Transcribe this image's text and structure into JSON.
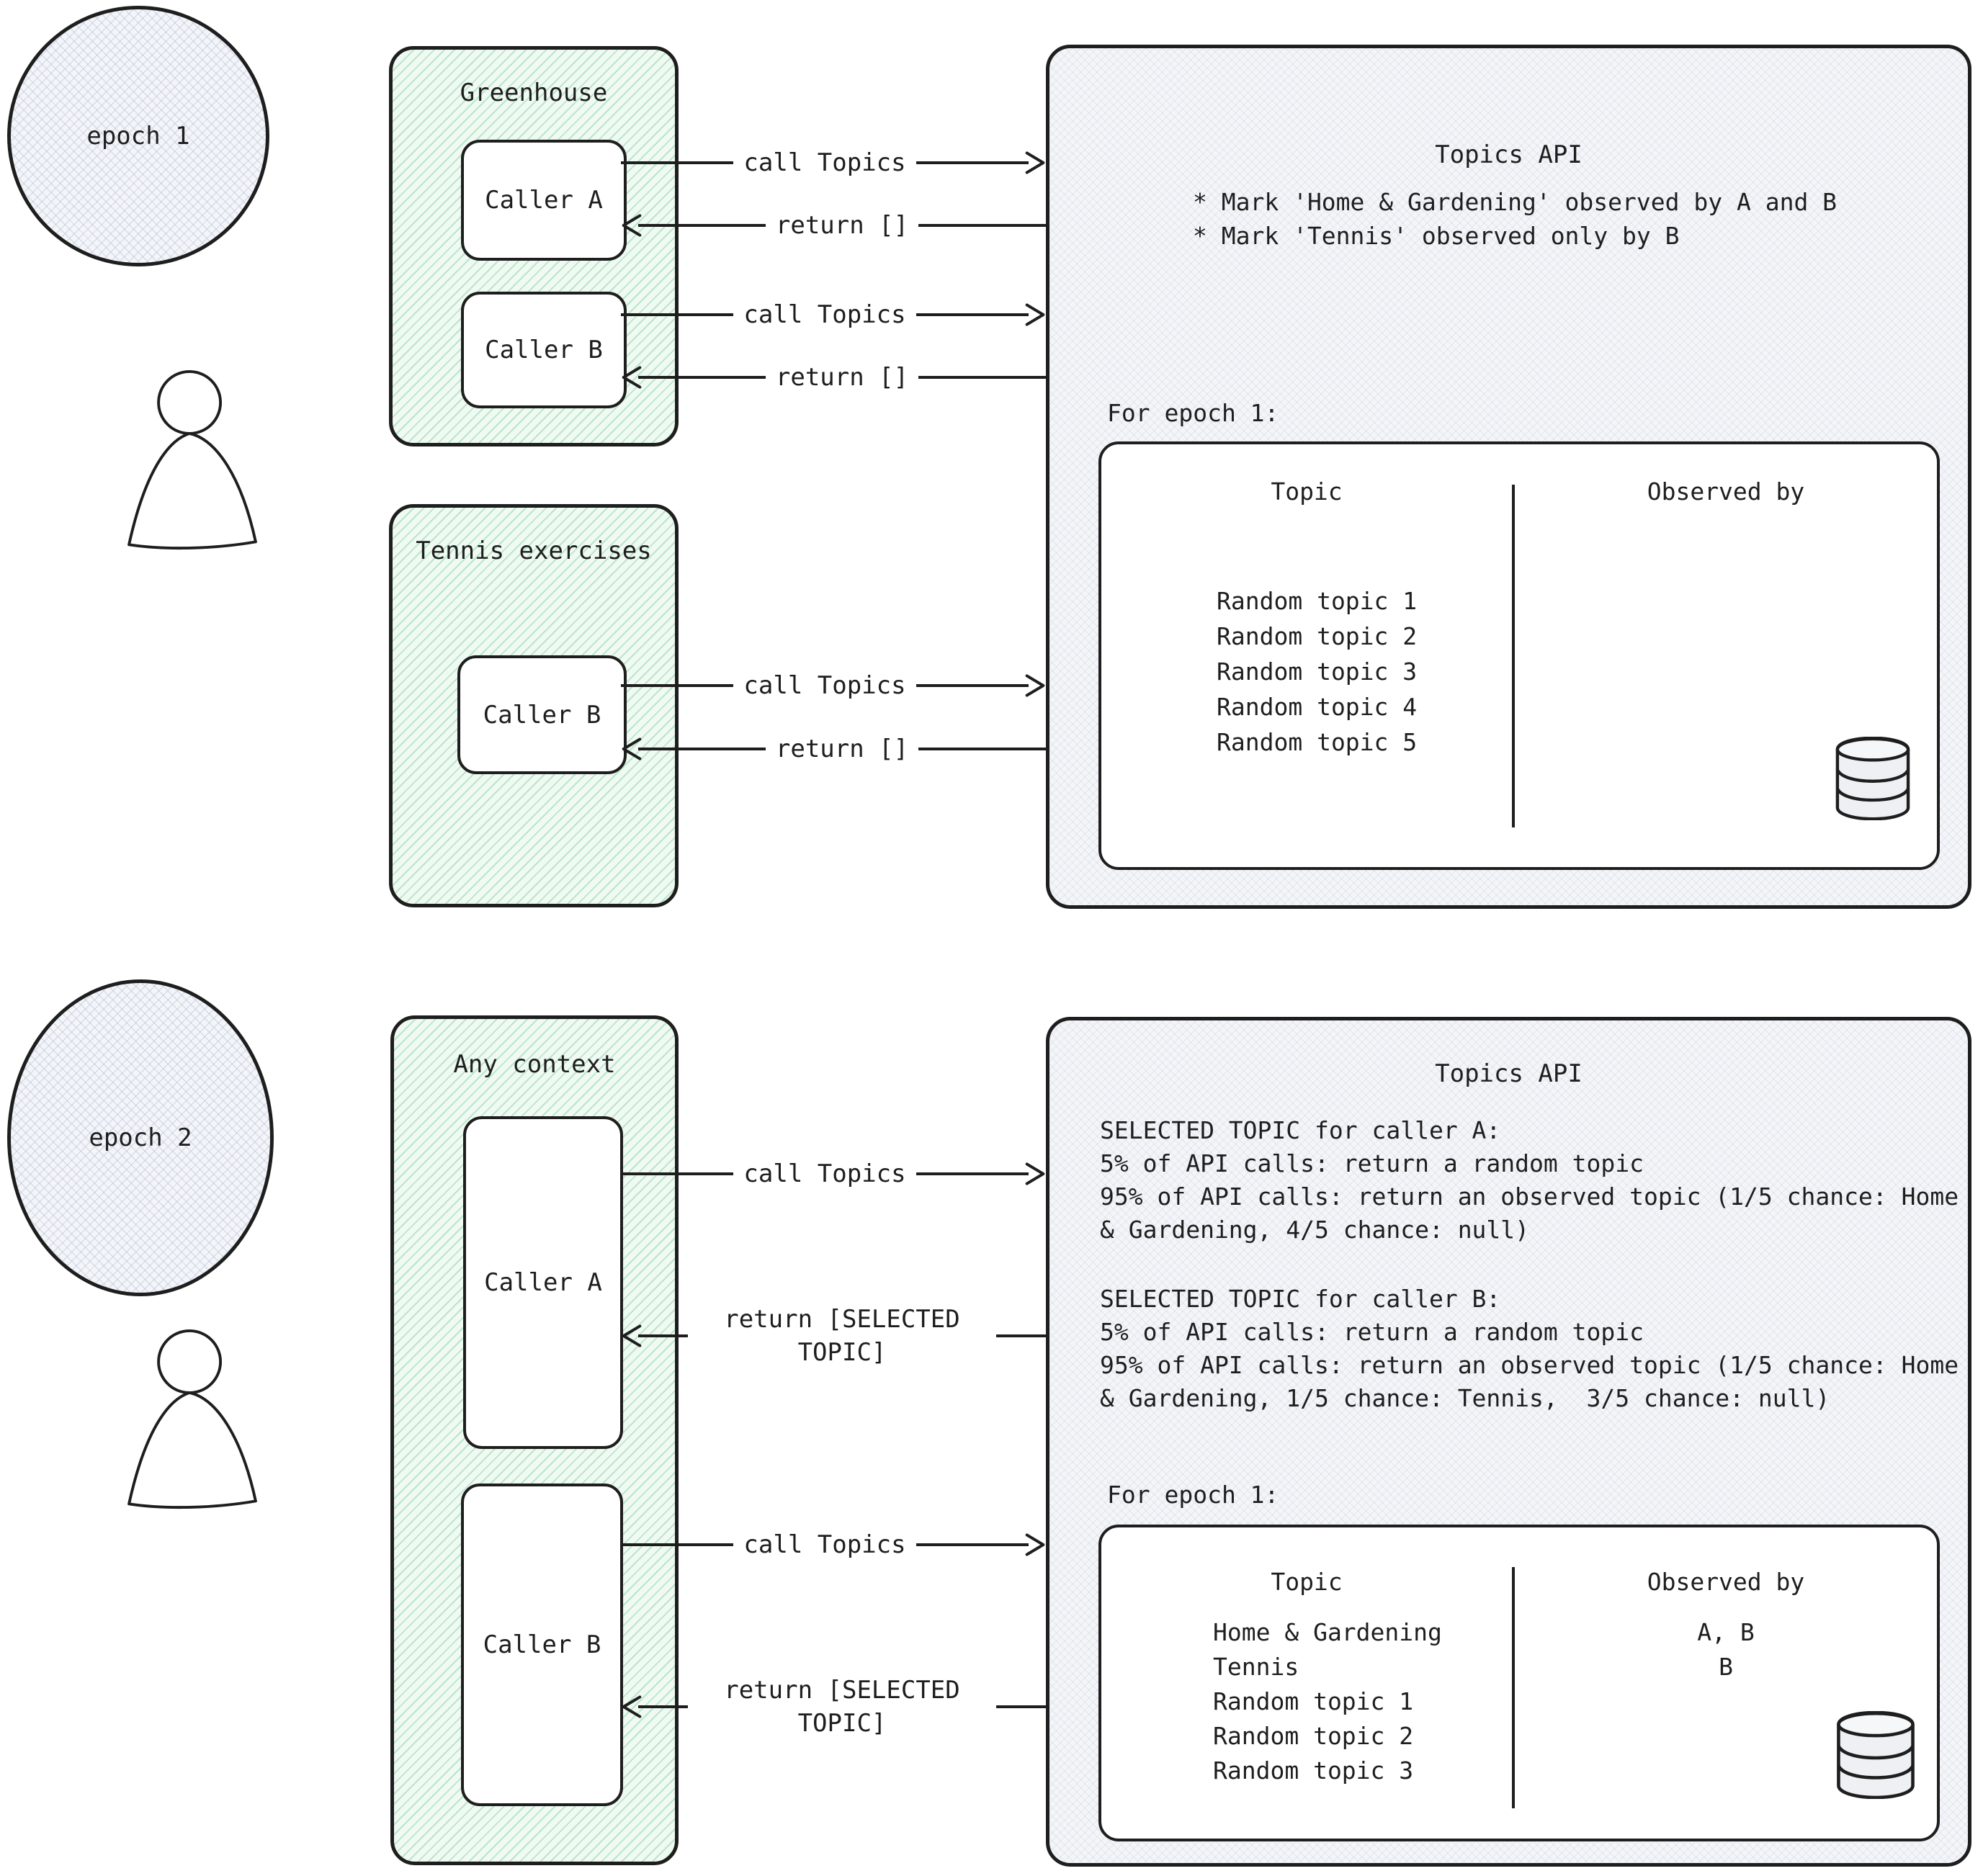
{
  "colors": {
    "ink": "#1e1e1e",
    "green_hatch": "#6ecb91",
    "green_bg": "#f0faf3",
    "panel_bg": "#f4f5f8",
    "white": "#ffffff"
  },
  "icons": {
    "user": "person-icon",
    "storage": "database-icon",
    "arrow_right": "arrowhead-right-icon",
    "arrow_left": "arrowhead-left-icon"
  },
  "epoch1": {
    "badge": "epoch 1",
    "greenhouse": {
      "title": "Greenhouse",
      "caller_a": "Caller A",
      "caller_b": "Caller B"
    },
    "tennis": {
      "title": "Tennis exercises",
      "caller_b": "Caller B"
    },
    "arrows": {
      "caller_a_call": "call Topics",
      "caller_a_return": "return []",
      "caller_b_call": "call Topics",
      "caller_b_return": "return []",
      "tennis_call": "call Topics",
      "tennis_return": "return []"
    },
    "api": {
      "title": "Topics API",
      "notes": [
        "* Mark 'Home & Gardening' observed by A and B",
        "* Mark 'Tennis' observed only by B"
      ],
      "epoch_caption": "For epoch 1:",
      "table": {
        "topic_header": "Topic",
        "observed_header": "Observed by",
        "rows": [
          {
            "topic": "Random topic 1",
            "observed": ""
          },
          {
            "topic": "Random topic 2",
            "observed": ""
          },
          {
            "topic": "Random topic 3",
            "observed": ""
          },
          {
            "topic": "Random topic 4",
            "observed": ""
          },
          {
            "topic": "Random topic 5",
            "observed": ""
          }
        ]
      }
    }
  },
  "epoch2": {
    "badge": "epoch 2",
    "context": {
      "title": "Any context",
      "caller_a": "Caller A",
      "caller_b": "Caller B"
    },
    "arrows": {
      "caller_a_call": "call Topics",
      "caller_a_return": "return [SELECTED TOPIC]",
      "caller_b_call": "call Topics",
      "caller_b_return": "return [SELECTED TOPIC]"
    },
    "api": {
      "title": "Topics API",
      "selected_a": [
        "SELECTED TOPIC for caller A:",
        "5% of API calls: return a random topic",
        "95% of API calls: return an observed topic (1/5 chance: Home",
        "& Gardening, 4/5 chance: null)"
      ],
      "selected_b": [
        "SELECTED TOPIC for caller B:",
        "5% of API calls: return a random topic",
        "95% of API calls: return an observed topic (1/5 chance: Home",
        "& Gardening, 1/5 chance: Tennis,  3/5 chance: null)"
      ],
      "epoch_caption": "For epoch 1:",
      "table": {
        "topic_header": "Topic",
        "observed_header": "Observed by",
        "rows": [
          {
            "topic": "Home & Gardening",
            "observed": "A, B"
          },
          {
            "topic": "Tennis",
            "observed": "B"
          },
          {
            "topic": "Random topic 1",
            "observed": ""
          },
          {
            "topic": "Random topic 2",
            "observed": ""
          },
          {
            "topic": "Random topic 3",
            "observed": ""
          }
        ]
      }
    }
  }
}
